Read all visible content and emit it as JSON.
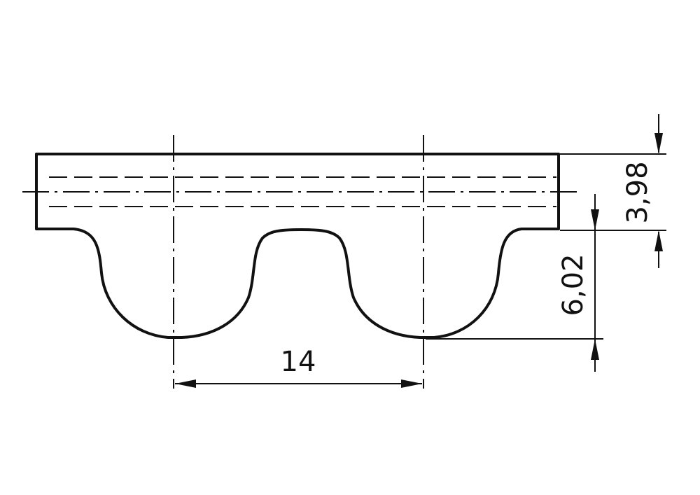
{
  "dimensions": {
    "pitch": "14",
    "belt_thickness": "3,98",
    "tooth_height": "6,02"
  },
  "colors": {
    "line": "#111111",
    "background": "#ffffff"
  }
}
